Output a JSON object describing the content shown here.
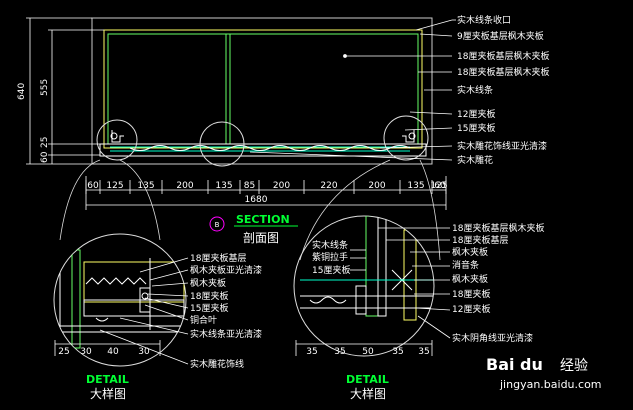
{
  "main": {
    "labels": [
      "实木线条收口",
      "9厘夹板基层枫木夹板",
      "18厘夹板基层枫木夹板",
      "18厘夹板基层枫木夹板",
      "实木线条",
      "12厘夹板",
      "15厘夹板",
      "实木雕花饰线亚光清漆",
      "实木雕花"
    ],
    "dims": [
      "60",
      "125",
      "135",
      "200",
      "135",
      "85",
      "200",
      "220",
      "200",
      "135",
      "125",
      "60"
    ],
    "total": "1680",
    "vdims": [
      "640",
      "555",
      "25",
      "60"
    ]
  },
  "section": {
    "letter": "B",
    "title": "SECTION",
    "subtitle": "剖面图"
  },
  "detail_left": {
    "labels": [
      "18厘夹板基层",
      "枫木夹板亚光清漆",
      "枫木夹板",
      "18厘夹板",
      "15厘夹板",
      "铜合叶",
      "实木线条亚光清漆",
      "实木雕花饰线"
    ],
    "dims": [
      "25",
      "30",
      "40",
      "30"
    ],
    "title": "DETAIL",
    "subtitle": "大样图"
  },
  "detail_right": {
    "labels_right": [
      "18厘夹板基层枫木夹板",
      "18厘夹板基层",
      "枫木夹板",
      "消音条",
      "枫木夹板",
      "18厘夹板",
      "12厘夹板",
      "实木阴角线亚光清漆"
    ],
    "labels_left": [
      "实木线条",
      "紫铜拉手",
      "15厘夹板"
    ],
    "dims": [
      "35",
      "35",
      "50",
      "35",
      "35"
    ],
    "title": "DETAIL",
    "subtitle": "大样图"
  },
  "watermark": {
    "brand": "Bai du",
    "jingyan": "经验",
    "url": "jingyan.baidu.com"
  },
  "colors": {
    "background": "#000000",
    "title_green": "#00ff33",
    "section_marker": "#ff00ff",
    "line_white": "#ffffff",
    "line_yellow": "#ffff66",
    "line_green": "#66ff66"
  }
}
